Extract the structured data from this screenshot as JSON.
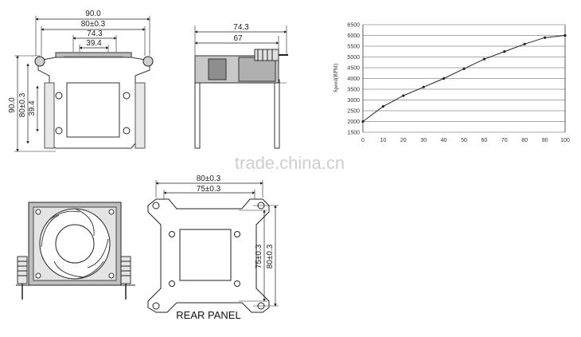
{
  "front_view": {
    "dims": [
      "90.0",
      "80±0.3",
      "74.3",
      "39.4"
    ],
    "vdims": [
      "90.0",
      "80±0.3",
      "39.4"
    ]
  },
  "side_view": {
    "dims": [
      "74.3",
      "67"
    ]
  },
  "bottom_fan_view": {},
  "rear_panel": {
    "dims": [
      "80±0.3",
      "75±0.3"
    ],
    "vdims": [
      "75±0.3",
      "80±0.3"
    ],
    "label": "REAR PANEL"
  },
  "watermark": "trade.china.cn",
  "chart_data": {
    "type": "line",
    "title": "",
    "xlabel": "",
    "ylabel": "Speed(RPM)",
    "xlim": [
      0,
      100
    ],
    "ylim": [
      1500,
      6500
    ],
    "xticks": [
      0,
      10,
      20,
      30,
      40,
      50,
      60,
      70,
      80,
      90,
      100
    ],
    "yticks": [
      1500,
      2000,
      2500,
      3000,
      3500,
      4000,
      4500,
      5000,
      5500,
      6000,
      6500
    ],
    "grid": "horizontal",
    "series": [
      {
        "x": [
          0,
          10,
          20,
          30,
          40,
          50,
          60,
          70,
          80,
          90,
          100
        ],
        "y": [
          2000,
          2700,
          3200,
          3600,
          4000,
          4450,
          4900,
          5250,
          5600,
          5900,
          6000
        ]
      }
    ]
  }
}
